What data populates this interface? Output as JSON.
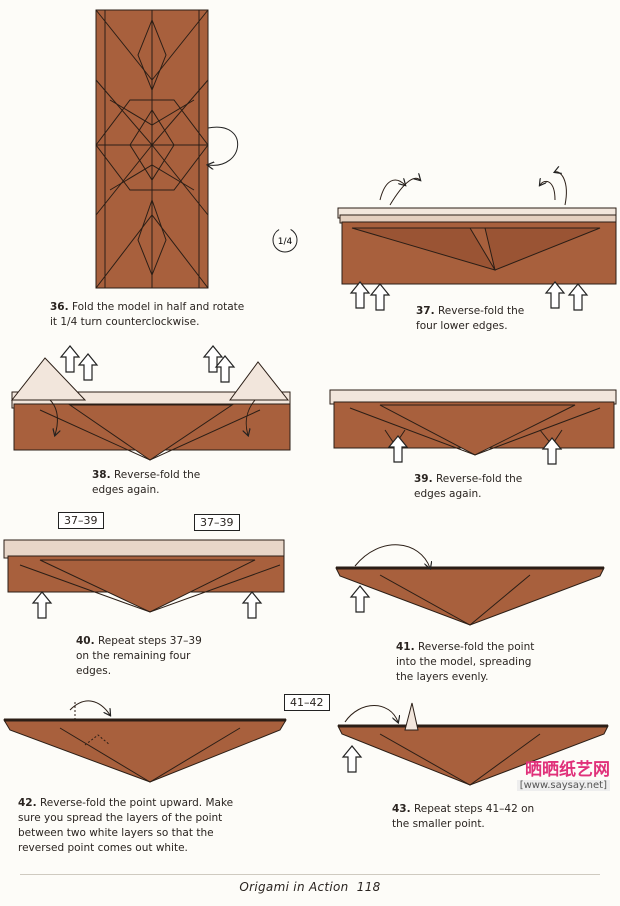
{
  "colors": {
    "paper": "#a8603d",
    "paper_dark": "#8a4a2c",
    "white_layer": "#f2e6dc",
    "line": "#2b1e16"
  },
  "rotate_symbol": "1/4",
  "steps": [
    {
      "num": "36.",
      "lines": [
        "Fold the model in half and rotate",
        "it 1/4 turn counterclockwise."
      ]
    },
    {
      "num": "37.",
      "lines": [
        "Reverse-fold the",
        "four lower edges."
      ]
    },
    {
      "num": "38.",
      "lines": [
        "Reverse-fold the",
        "edges again."
      ]
    },
    {
      "num": "39.",
      "lines": [
        "Reverse-fold the",
        "edges again."
      ]
    },
    {
      "num": "40.",
      "lines": [
        "Repeat steps 37–39",
        "on the remaining four",
        "edges."
      ]
    },
    {
      "num": "41.",
      "lines": [
        "Reverse-fold the point",
        "into the model, spreading",
        "the layers evenly."
      ]
    },
    {
      "num": "42.",
      "lines": [
        "Reverse-fold the point upward. Make",
        "sure you spread the layers of the point",
        "between two white layers so that the",
        "reversed point comes out white."
      ]
    },
    {
      "num": "43.",
      "lines": [
        "Repeat steps 41–42 on",
        "the smaller point."
      ]
    }
  ],
  "refs": {
    "step40_left": "37–39",
    "step40_right": "37–39",
    "step43": "41–42"
  },
  "footer": {
    "book": "Origami in Action",
    "page": "118"
  },
  "watermark": {
    "logo": "晒晒纸艺网",
    "url": "[www.saysay.net]"
  }
}
